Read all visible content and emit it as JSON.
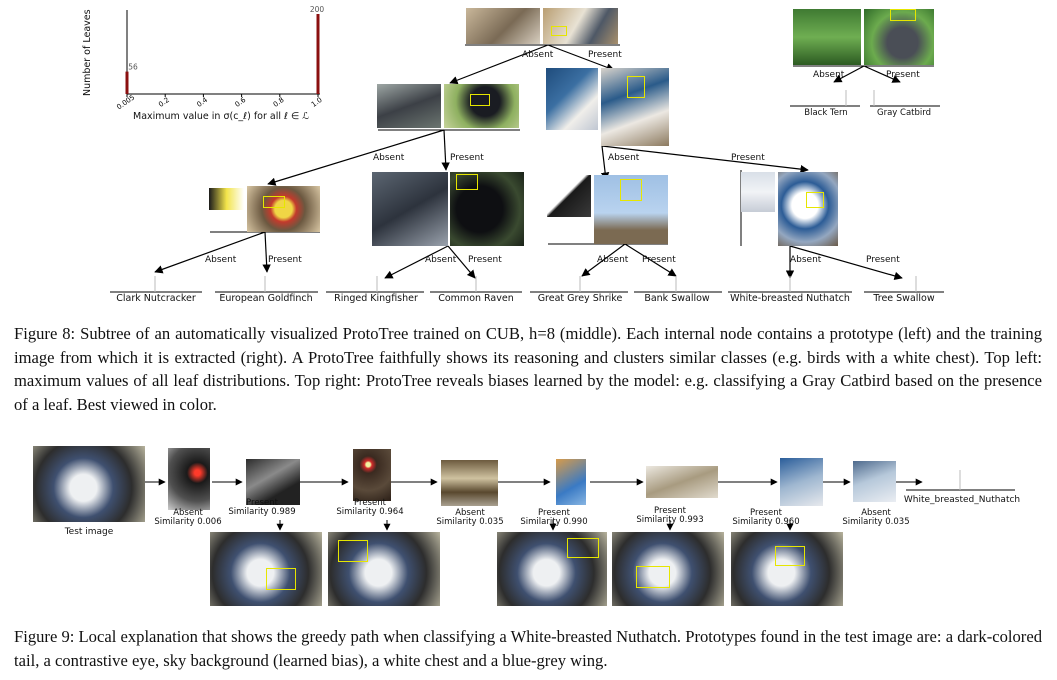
{
  "chart_data": {
    "type": "bar",
    "categories": [
      "0.005",
      "0.2",
      "0.4",
      "0.6",
      "0.8",
      "1.0"
    ],
    "values": [
      56,
      0,
      0,
      0,
      0,
      200
    ],
    "value_labels": [
      "56",
      "200"
    ],
    "xlabel": "Maximum value in σ(c_ℓ) for all ℓ ∈ ℒ",
    "ylabel": "Number of Leaves",
    "colors": {
      "bar": "#8b1010"
    }
  },
  "tree": {
    "absent": "Absent",
    "present": "Present",
    "leaves": {
      "clark_nutcracker": "Clark Nutcracker",
      "european_goldfinch": "European Goldfinch",
      "ringed_kingfisher": "Ringed Kingfisher",
      "common_raven": "Common Raven",
      "great_grey_shrike": "Great Grey Shrike",
      "bank_swallow": "Bank Swallow",
      "white_breasted_nuthatch": "White-breasted Nuthatch",
      "tree_swallow": "Tree Swallow"
    }
  },
  "bias_tree": {
    "absent": "Absent",
    "present": "Present",
    "leaf_left": "Black Tern",
    "leaf_right": "Gray Catbird"
  },
  "figure8": {
    "caption": "Figure 8: Subtree of an automatically visualized ProtoTree trained on CUB, h=8 (middle). Each internal node contains a prototype (left) and the training image from which it is extracted (right). A ProtoTree faithfully shows its reasoning and clusters similar classes (e.g. birds with a white chest). Top left: maximum values of all leaf distributions. Top right: ProtoTree reveals biases learned by the model: e.g. classifying a Gray Catbird based on the presence of a leaf. Best viewed in color."
  },
  "figure9": {
    "test_image_label": "Test image",
    "steps": [
      {
        "decision": "Absent",
        "similarity": "Similarity 0.006"
      },
      {
        "decision": "Present",
        "similarity": "Similarity 0.989"
      },
      {
        "decision": "Present",
        "similarity": "Similarity 0.964"
      },
      {
        "decision": "Absent",
        "similarity": "Similarity 0.035"
      },
      {
        "decision": "Present",
        "similarity": "Similarity 0.990"
      },
      {
        "decision": "Present",
        "similarity": "Similarity 0.993"
      },
      {
        "decision": "Present",
        "similarity": "Similarity 0.960"
      },
      {
        "decision": "Absent",
        "similarity": "Similarity 0.035"
      }
    ],
    "final_leaf": "White_breasted_Nuthatch",
    "caption": "Figure 9: Local explanation that shows the greedy path when classifying a White-breasted Nuthatch. Prototypes found in the test image are: a dark-colored tail, a contrastive eye, sky background (learned bias), a white chest and a blue-grey wing."
  }
}
